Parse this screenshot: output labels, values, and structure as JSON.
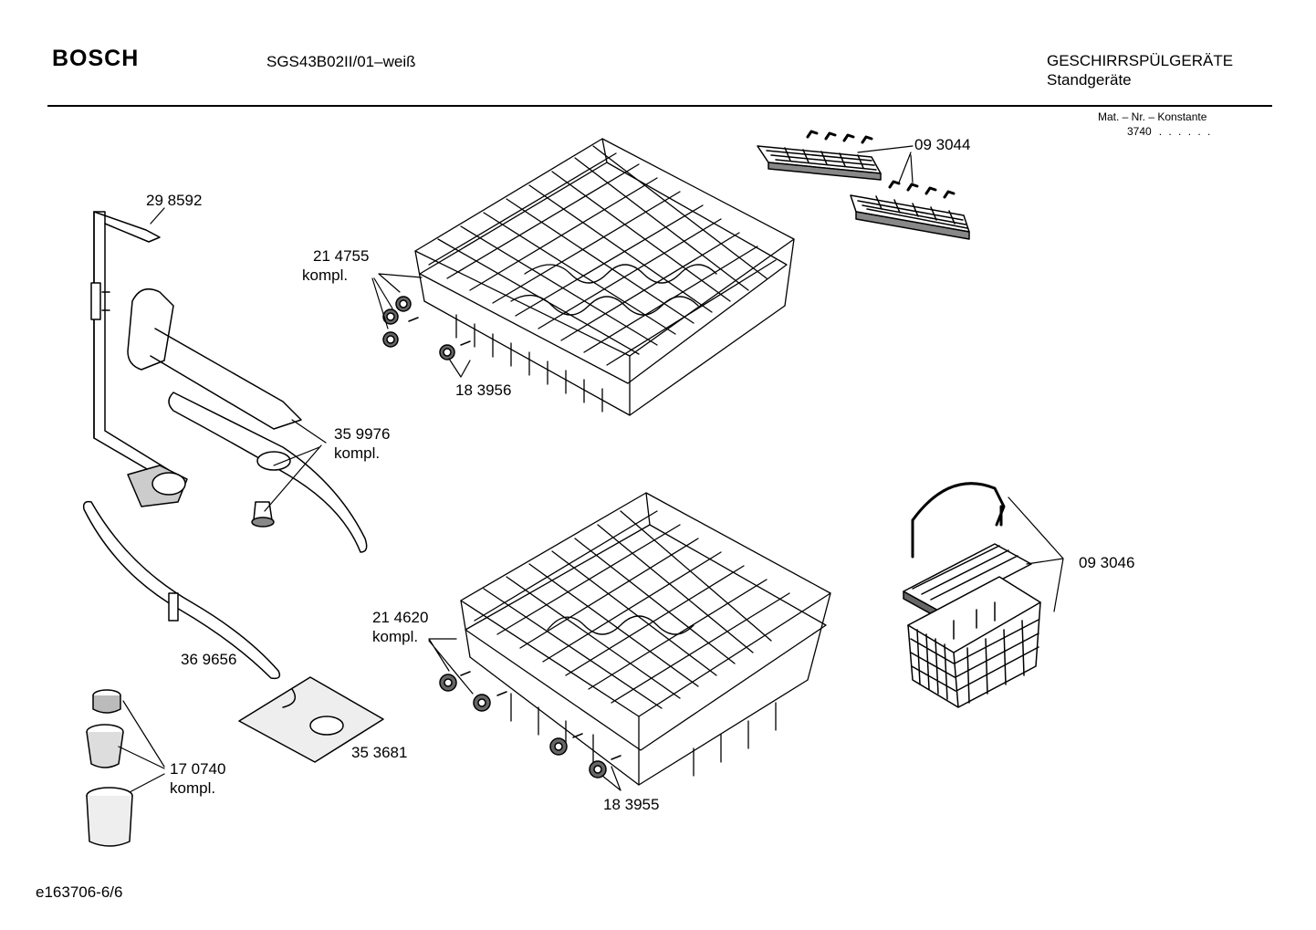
{
  "header": {
    "brand": "BOSCH",
    "model": "SGS43B02II/01–weiß",
    "category_line1": "GESCHIRRSPÜLGERÄTE",
    "category_line2": "Standgeräte",
    "mat_label": "Mat. – Nr. – Konstante",
    "mat_value": "3740",
    "mat_dots": ". .   . . . ."
  },
  "footer": {
    "page_id": "e163706-6/6"
  },
  "parts": [
    {
      "number": "09 3044",
      "note": ""
    },
    {
      "number": "29 8592",
      "note": ""
    },
    {
      "number": "21 4755",
      "note": "kompl."
    },
    {
      "number": "18 3956",
      "note": ""
    },
    {
      "number": "35 9976",
      "note": "kompl."
    },
    {
      "number": "09 3046",
      "note": ""
    },
    {
      "number": "36 9656",
      "note": ""
    },
    {
      "number": "21 4620",
      "note": "kompl."
    },
    {
      "number": "35 3681",
      "note": ""
    },
    {
      "number": "17 0740",
      "note": "kompl."
    },
    {
      "number": "18 3955",
      "note": ""
    }
  ]
}
